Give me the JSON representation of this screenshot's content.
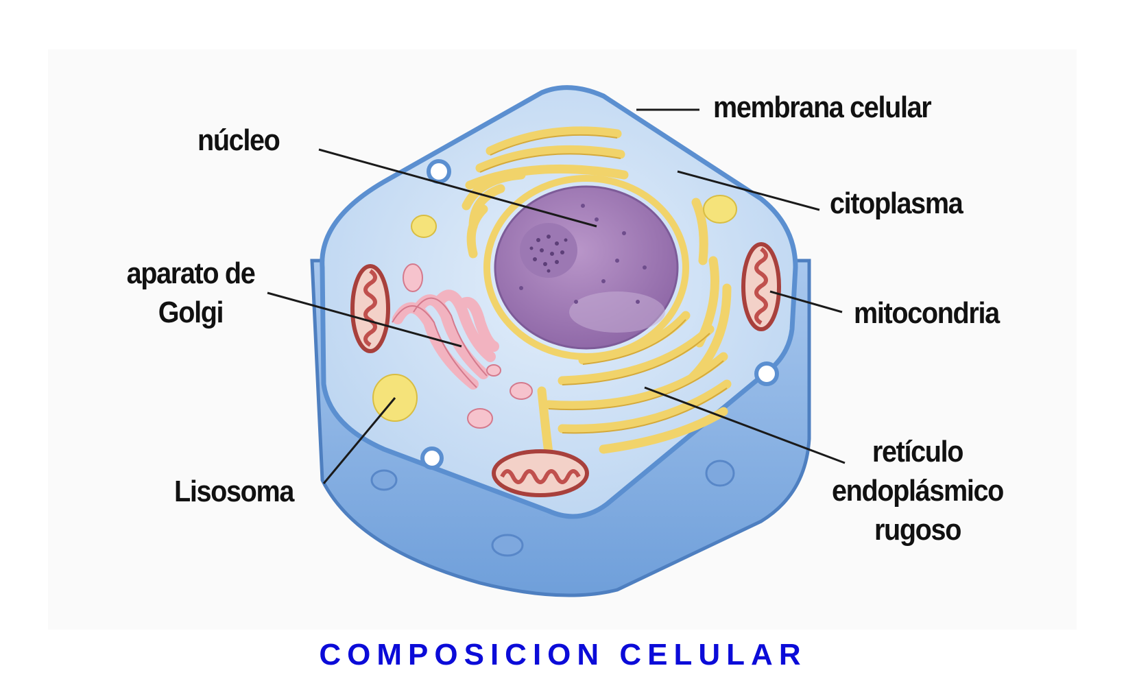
{
  "labels": {
    "membrana": "membrana celular",
    "nucleo": "núcleo",
    "citoplasma": "citoplasma",
    "golgi_line1": "aparato de",
    "golgi_line2": "Golgi",
    "mitocondria": "mitocondria",
    "lisosoma": "Lisosoma",
    "reticulo_line1": "retículo",
    "reticulo_line2": "endoplásmico",
    "reticulo_line3": "rugoso"
  },
  "caption": "COMPOSICION CELULAR",
  "colors": {
    "membrane": "#5b8fd0",
    "cytoplasm": "#c9dff5",
    "side": "#8fb6e6",
    "nucleus": "#a77fba",
    "er": "#f1d36a",
    "golgi": "#f2b3c0",
    "mitochondria": "#c0504d",
    "lysosome": "#f5e37a",
    "caption": "#0b0bd8"
  }
}
